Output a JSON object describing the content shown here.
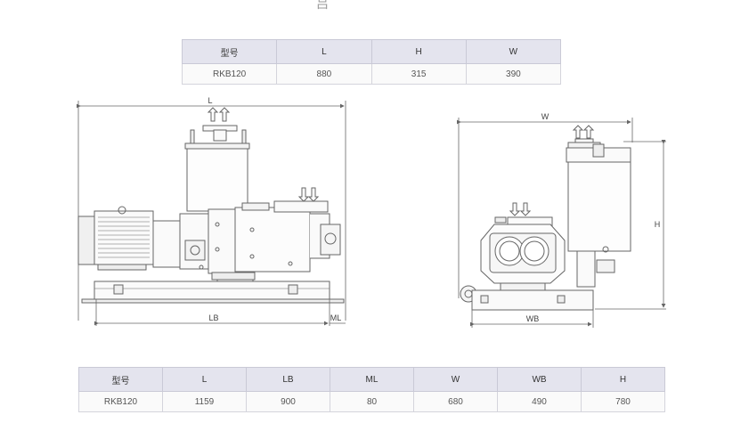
{
  "top_table": {
    "headers": [
      "型号",
      "L",
      "H",
      "W"
    ],
    "row": [
      "RKB120",
      "880",
      "315",
      "390"
    ]
  },
  "bottom_table": {
    "headers": [
      "型号",
      "L",
      "LB",
      "ML",
      "W",
      "WB",
      "H"
    ],
    "row": [
      "RKB120",
      "1159",
      "900",
      "80",
      "680",
      "490",
      "780"
    ]
  },
  "drawing": {
    "side_view": {
      "dim_L": "L",
      "dim_LB": "LB",
      "dim_ML": "ML"
    },
    "end_view": {
      "dim_W": "W",
      "dim_WB": "WB",
      "dim_H": "H"
    }
  },
  "cropped_glyph": "吕"
}
